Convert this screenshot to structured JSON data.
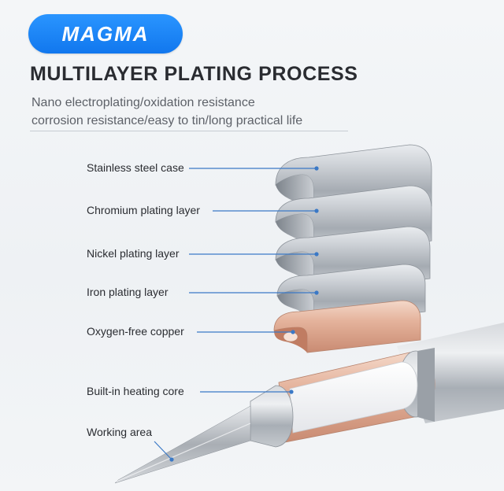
{
  "brand": {
    "logo_text": "MAGMA",
    "badge_color": "#1a86f5"
  },
  "header": {
    "title": "MULTILAYER PLATING PROCESS",
    "subtitle_line1": "Nano electroplating/oxidation resistance",
    "subtitle_line2": "corrosion resistance/easy to tin/long practical life"
  },
  "layers": [
    {
      "label": "Stainless steel case"
    },
    {
      "label": "Chromium plating layer"
    },
    {
      "label": "Nickel plating layer"
    },
    {
      "label": "Iron plating layer"
    },
    {
      "label": "Oxygen-free copper"
    },
    {
      "label": "Built-in heating core"
    },
    {
      "label": "Working area"
    }
  ],
  "colors": {
    "metal": "#b9bec4",
    "copper": "#e2b29c",
    "leader_line": "#3b79c6"
  }
}
